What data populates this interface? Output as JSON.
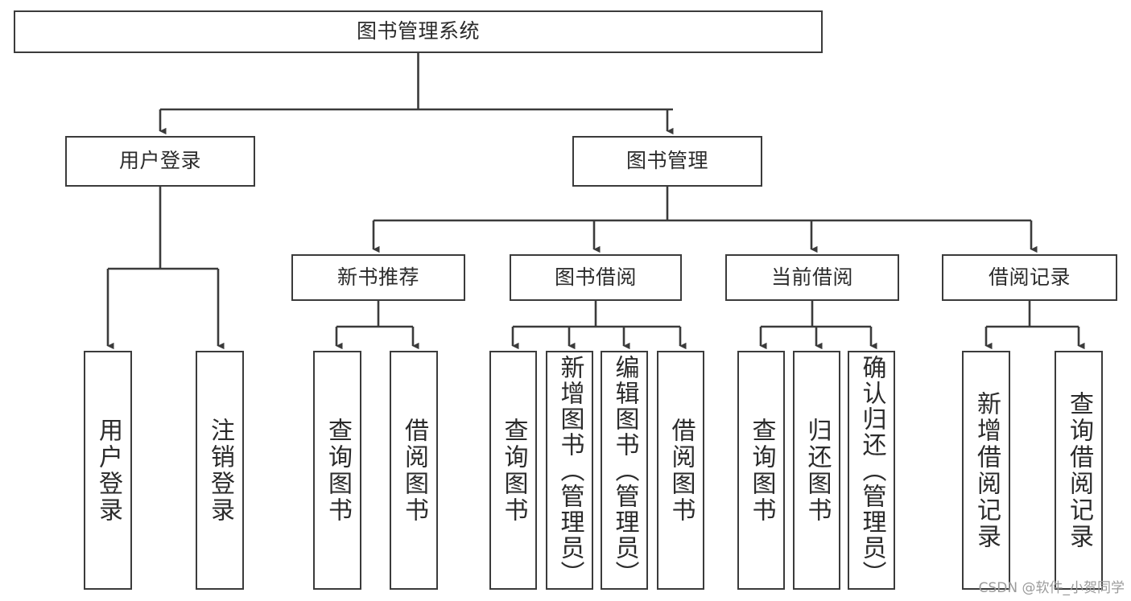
{
  "diagram": {
    "type": "tree-hierarchy",
    "title": "图书管理系统",
    "orientation": "top-down",
    "line_color": "#3b3b3b",
    "box_border_color": "#3b3b3b",
    "box_fill_color": "#ffffff",
    "background_color": "#ffffff",
    "text_color": "#2b2b2b"
  },
  "root": {
    "label": "图书管理系统"
  },
  "level2": [
    {
      "label": "用户登录"
    },
    {
      "label": "图书管理"
    }
  ],
  "level3": [
    {
      "label": "新书推荐"
    },
    {
      "label": "图书借阅"
    },
    {
      "label": "当前借阅"
    },
    {
      "label": "借阅记录"
    }
  ],
  "leaves": {
    "user_login": [
      {
        "label": "用户登录"
      },
      {
        "label": "注销登录"
      }
    ],
    "new_book_recommend": [
      {
        "label": "查询图书"
      },
      {
        "label": "借阅图书"
      }
    ],
    "book_borrow": [
      {
        "label": "查询图书"
      },
      {
        "label": "新增图书（管理员）"
      },
      {
        "label": "编辑图书（管理员）"
      },
      {
        "label": "借阅图书"
      }
    ],
    "current_borrow": [
      {
        "label": "查询图书"
      },
      {
        "label": "归还图书"
      },
      {
        "label": "确认归还（管理员）"
      }
    ],
    "borrow_record": [
      {
        "label": "新增借阅记录"
      },
      {
        "label": "查询借阅记录"
      }
    ]
  },
  "watermark": {
    "text": "CSDN @软件_小贺同学"
  }
}
